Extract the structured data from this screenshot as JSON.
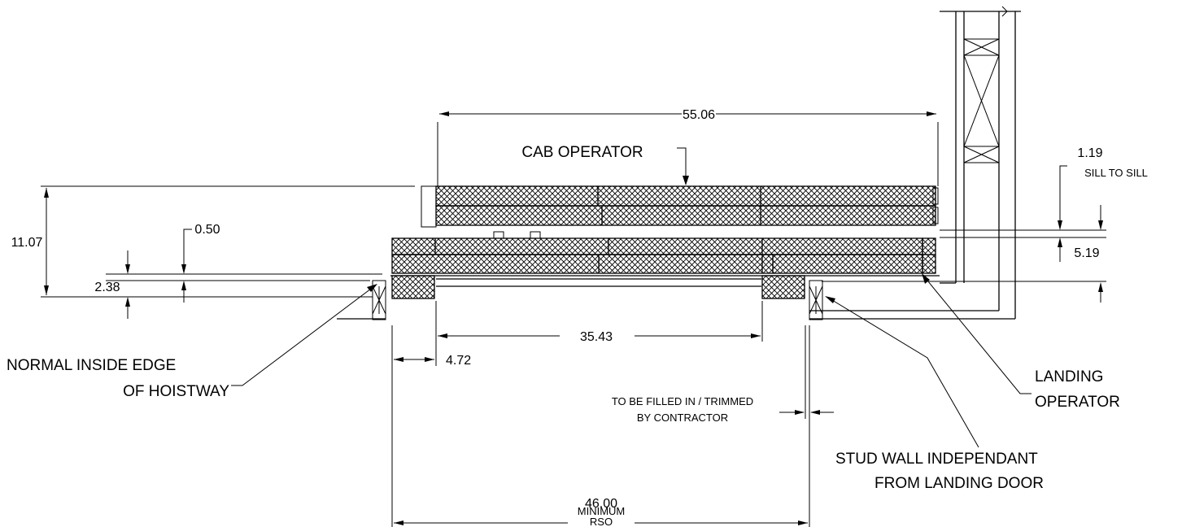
{
  "labels": {
    "cab_operator": "CAB OPERATOR",
    "landing_operator_1": "LANDING",
    "landing_operator_2": "OPERATOR",
    "normal_edge_1": "NORMAL INSIDE EDGE",
    "normal_edge_2": "OF HOISTWAY",
    "stud_wall_1": "STUD WALL INDEPENDANT",
    "stud_wall_2": "FROM LANDING DOOR",
    "filled_1": "TO BE FILLED IN / TRIMMED",
    "filled_2": "BY CONTRACTOR",
    "sill_to_sill": "SILL TO SILL",
    "minimum": "MINIMUM",
    "rso": "RSO"
  },
  "dimensions": {
    "cab_width": "55.06",
    "sill_to_sill": "1.19",
    "overall_height": "11.07",
    "offset_050": "0.50",
    "offset_238": "2.38",
    "right_519": "5.19",
    "clear_opening": "35.43",
    "left_472": "4.72",
    "rso_width": "46.00"
  },
  "colors": {
    "ink": "#000000",
    "background": "#ffffff"
  }
}
